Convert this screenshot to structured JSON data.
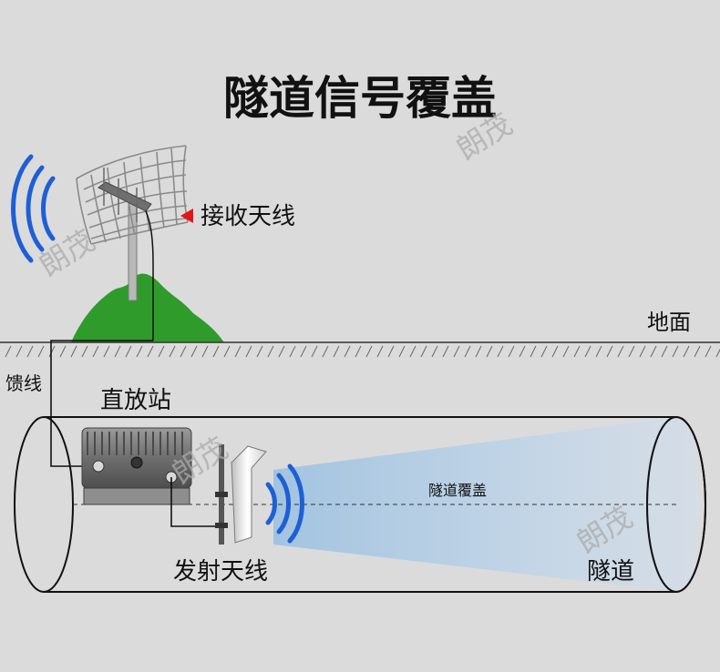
{
  "title": "隧道信号覆盖",
  "labels": {
    "receive_antenna": "接收天线",
    "ground": "地面",
    "feeder": "馈线",
    "repeater": "直放站",
    "transmit_antenna": "发射天线",
    "tunnel_coverage": "隧道覆盖",
    "tunnel": "隧道"
  },
  "watermark": "朗茂",
  "colors": {
    "background": "#dcdbdc",
    "signal_wave": "#1f5fd6",
    "pointer_arrow": "#e0161b",
    "hill": "#2f9b2b",
    "coverage_beam": "#a8c7e2"
  }
}
